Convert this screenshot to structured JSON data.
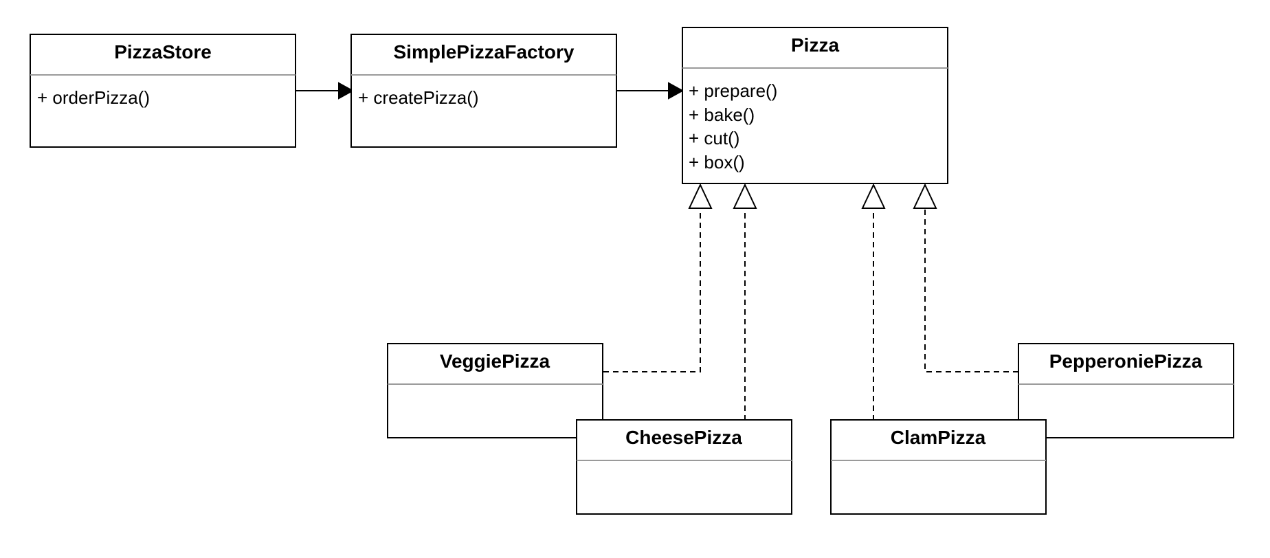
{
  "diagram": {
    "classes": {
      "pizza_store": {
        "name": "PizzaStore",
        "methods": [
          "+ orderPizza()"
        ]
      },
      "simple_pizza_factory": {
        "name": "SimplePizzaFactory",
        "methods": [
          "+ createPizza()"
        ]
      },
      "pizza": {
        "name": "Pizza",
        "methods": [
          "+ prepare()",
          "+ bake()",
          "+ cut()",
          "+ box()"
        ]
      },
      "veggie_pizza": {
        "name": "VeggiePizza",
        "methods": []
      },
      "cheese_pizza": {
        "name": "CheesePizza",
        "methods": []
      },
      "clam_pizza": {
        "name": "ClamPizza",
        "methods": []
      },
      "pepperonie_pizza": {
        "name": "PepperoniePizza",
        "methods": []
      }
    },
    "relations": [
      {
        "from": "PizzaStore",
        "to": "SimplePizzaFactory",
        "type": "association"
      },
      {
        "from": "SimplePizzaFactory",
        "to": "Pizza",
        "type": "association"
      },
      {
        "from": "VeggiePizza",
        "to": "Pizza",
        "type": "realization"
      },
      {
        "from": "CheesePizza",
        "to": "Pizza",
        "type": "realization"
      },
      {
        "from": "ClamPizza",
        "to": "Pizza",
        "type": "realization"
      },
      {
        "from": "PepperoniePizza",
        "to": "Pizza",
        "type": "realization"
      }
    ]
  }
}
